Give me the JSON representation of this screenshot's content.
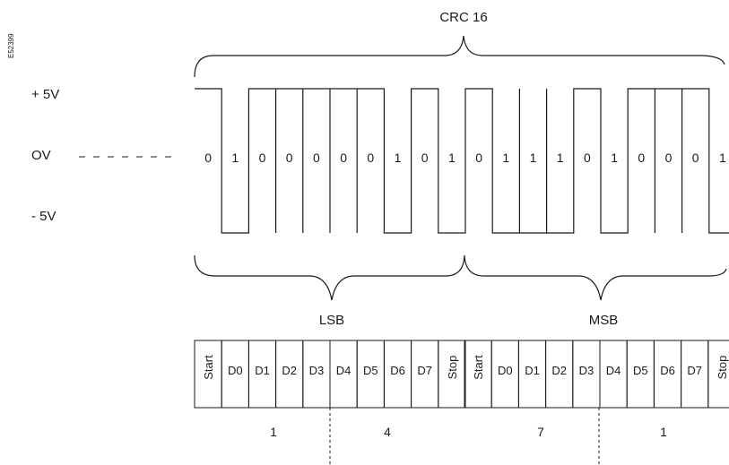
{
  "figure_id": "E52399",
  "crc_label": "CRC 16",
  "voltage_labels": {
    "plus": "+ 5V",
    "zero": "OV",
    "minus": "- 5V"
  },
  "bits": [
    "0",
    "1",
    "0",
    "0",
    "0",
    "0",
    "0",
    "1",
    "0",
    "1",
    "0",
    "1",
    "1",
    "1",
    "0",
    "1",
    "0",
    "0",
    "0",
    "1"
  ],
  "bytes": [
    {
      "label": "LSB",
      "cells": [
        "Start",
        "D0",
        "D1",
        "D2",
        "D3",
        "D4",
        "D5",
        "D6",
        "D7",
        "Stop"
      ],
      "hex": [
        "1",
        "4"
      ]
    },
    {
      "label": "MSB",
      "cells": [
        "Start",
        "D0",
        "D1",
        "D2",
        "D3",
        "D4",
        "D5",
        "D6",
        "D7",
        "Stop"
      ],
      "hex": [
        "7",
        "1"
      ]
    }
  ]
}
